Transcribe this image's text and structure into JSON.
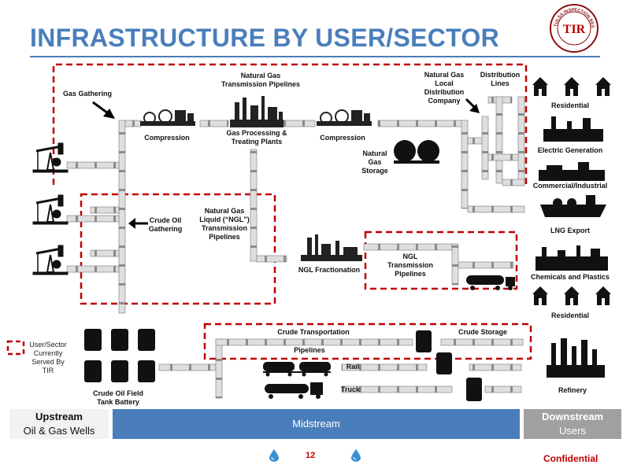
{
  "title": "INFRASTRUCTURE BY USER/SECTOR",
  "logo": {
    "text": "TULSA INSPECTION RESOURCES, LLC",
    "mark": "TIR"
  },
  "labels": {
    "gas_gathering": "Gas Gathering",
    "compression_1": "Compression",
    "natural_gas_transmission": "Natural Gas Transmission Pipelines",
    "gas_processing": "Gas Processing & Treating Plants",
    "compression_2": "Compression",
    "natural_gas_storage": "Natural Gas Storage",
    "natural_gas_local_distribution": "Natural Gas Local Distribution Company",
    "distribution_lines": "Distribution Lines",
    "crude_oil_gathering": "Crude Oil Gathering",
    "ngl_transmission_left": "Natural Gas Liquid (“NGL”) Transmission Pipelines",
    "ngl_fractionation": "NGL Fractionation",
    "ngl_transmission_right": "NGL Transmission Pipelines",
    "crude_oil_field_tank_battery": "Crude Oil Field Tank Battery",
    "crude_transportation": "Crude Transportation",
    "pipelines": "Pipelines",
    "crude_storage": "Crude Storage",
    "rail": "Rail",
    "truck": "Truck"
  },
  "users": [
    "Residential",
    "Electric Generation",
    "Commercial/Industrial",
    "LNG Export",
    "Chemicals and Plastics",
    "Residential",
    "Refinery"
  ],
  "legend": {
    "text": "User/Sector Currently Served By TIR"
  },
  "bands": {
    "upstream": {
      "line1": "Upstream",
      "line2": "Oil & Gas Wells"
    },
    "midstream": {
      "line1": "Midstream"
    },
    "downstream": {
      "line1": "Downstream",
      "line2": "Users"
    }
  },
  "footer": {
    "page_number": "12",
    "confidential": "Confidential"
  },
  "colors": {
    "accent_blue": "#4a7ebb",
    "dashed_red": "#c00000",
    "downstream_gray": "#a0a0a0",
    "pipe_gray": "#dcdcdc"
  }
}
